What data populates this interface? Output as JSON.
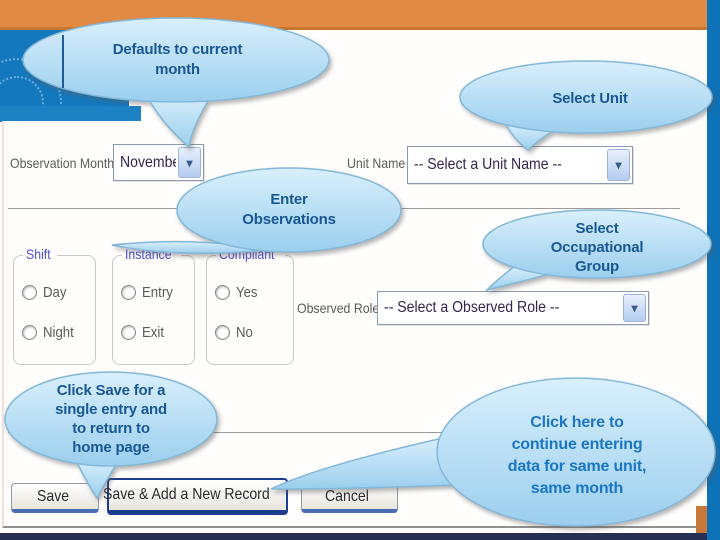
{
  "callouts": {
    "defaults_month": {
      "lines": [
        "Defaults to current",
        "month"
      ]
    },
    "select_unit": {
      "lines": [
        "Select Unit"
      ]
    },
    "enter_observations": {
      "lines": [
        "Enter",
        "Observations"
      ]
    },
    "select_occupational_group": {
      "lines": [
        "Select",
        "Occupational",
        "Group"
      ]
    },
    "click_save": {
      "lines": [
        "Click Save for a",
        "single entry and",
        "to return to",
        "home page"
      ]
    },
    "click_here": {
      "lines": [
        "Click here to",
        "continue entering",
        "data for same unit,",
        "same month"
      ]
    }
  },
  "form": {
    "observation_month": {
      "label": "Observation Month",
      "value": "November"
    },
    "unit_name": {
      "label": "Unit Name",
      "value": "-- Select a Unit Name --"
    },
    "shift": {
      "legend": "Shift",
      "options": [
        "Day",
        "Night"
      ]
    },
    "instance": {
      "legend": "Instance",
      "options": [
        "Entry",
        "Exit"
      ]
    },
    "compliant": {
      "legend": "Compliant",
      "options": [
        "Yes",
        "No"
      ]
    },
    "observed_role": {
      "label": "Observed Role",
      "value": "-- Select a Observed Role --"
    },
    "buttons": {
      "save": "Save",
      "save_and_add": "Save & Add a New Record",
      "cancel": "Cancel"
    }
  },
  "icons": {
    "dropdown_arrow": "▾"
  },
  "colors": {
    "top_bar": "#e18a44",
    "side_bar": "#0d72b8",
    "logo_box": "#1478be",
    "bottom_bar": "#263055",
    "bubble_fill_top": "#d9effc",
    "bubble_fill_bottom": "#9bcfee",
    "bubble_border": "#84b8d8",
    "bubble_text": "#1a5894",
    "bubble_text_alt": "#1c77c2",
    "legend_text": "#4c4cd0"
  }
}
